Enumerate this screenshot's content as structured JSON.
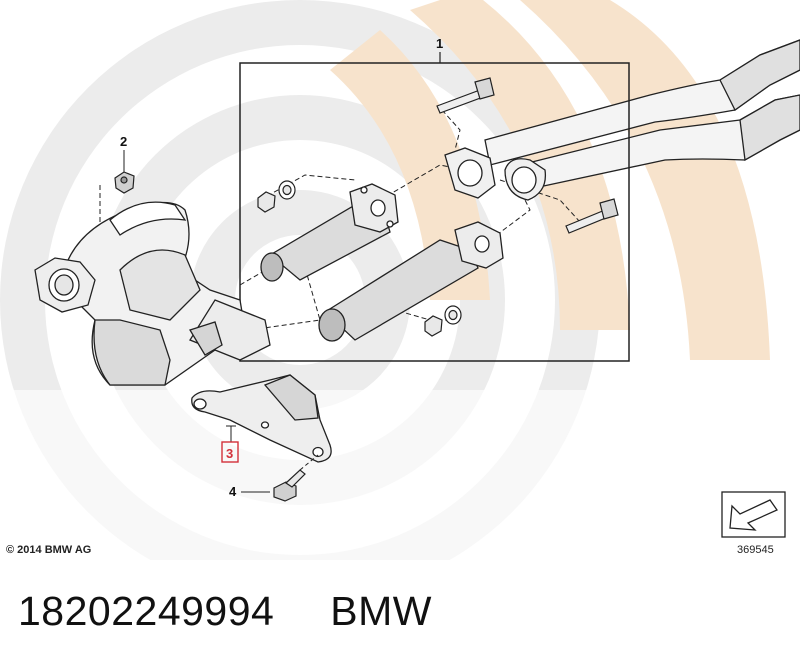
{
  "diagram": {
    "callouts": [
      "1",
      "2",
      "3",
      "4"
    ],
    "highlighted_callout": "3",
    "copyright": "© 2014 BMW AG",
    "figure_number": "369545",
    "colors": {
      "highlight": "#d2303a",
      "watermark_grey": "#e9e9e9",
      "watermark_orange": "#f7e3cc",
      "line": "#222222",
      "part_fill": "#f2f2f2"
    },
    "icons": [
      "arrow-navigation-icon"
    ]
  },
  "caption": {
    "part_number": "18202249994",
    "brand": "BMW"
  }
}
